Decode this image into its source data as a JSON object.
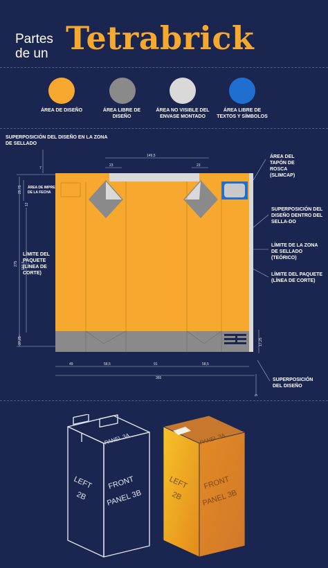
{
  "title": {
    "line1": "Partes",
    "line2": "de un",
    "main": "Tetrabrick"
  },
  "legend": [
    {
      "color": "#f6a92e",
      "label": "ÁREA DE DISEÑO"
    },
    {
      "color": "#8a8a8a",
      "label": "ÁREA LIBRE DE DISEÑO"
    },
    {
      "color": "#d9d9d9",
      "label": "ÁREA NO VISIBLE DEL ENVASE MONTADO"
    },
    {
      "color": "#1e6fd0",
      "label": "ÁREA LIBRE DE TEXTOS Y SÍMBOLOS"
    }
  ],
  "annotations": {
    "overlap_seal_zone": "SUPERPOSICIÓN DEL DISEÑO EN LA ZONA DE  SELLADO",
    "cap_area": "ÁREA DEL TAPÓN DE ROSCA (SLIMCAP)",
    "date_area": "ÁREA DE IMPRESIÓN DE LA FECHA",
    "overlap_inside_seal": "SUPERPOSICIÓN DEL DISEÑO DENTRO DEL SELLA-DO",
    "package_limit_left": "LÍMITE DEL PAQUETE (LÍNEA DE CORTE)",
    "seal_limit": "LÍMITE DE LA ZONA DE SELLADO (TEÓRICO)",
    "package_limit_right": "LÍMITE DEL PAQUETE (LÍNEA DE CORTE)",
    "overlap_design": "SUPERPOSICIÓN DEL DISEÑO"
  },
  "dimensions": {
    "top_span": "149,5",
    "top_small_left": "23",
    "top_small_right": "23",
    "left_small_1": "29,75",
    "left_small_2": "12",
    "height_total": "275",
    "height_main": "193,5",
    "height_bottom": "37,25",
    "panel_1": "49",
    "panel_2": "58,5",
    "panel_3": "91",
    "panel_4": "58,5",
    "width_total": "365",
    "right_small": "17,25",
    "bottom_right": "9",
    "top_left_small": "7"
  },
  "box_labels": {
    "left": "LEFT",
    "left_panel": "2B",
    "front": "FRONT",
    "front_panel": "PANEL 3B",
    "top_panel": "PANEL 3A"
  },
  "colors": {
    "background": "#1b2650",
    "design_area": "#f6a92e",
    "free_area": "#8a8a8a",
    "hidden_area": "#d9d9d9",
    "text_free_area": "#1e6fd0"
  }
}
